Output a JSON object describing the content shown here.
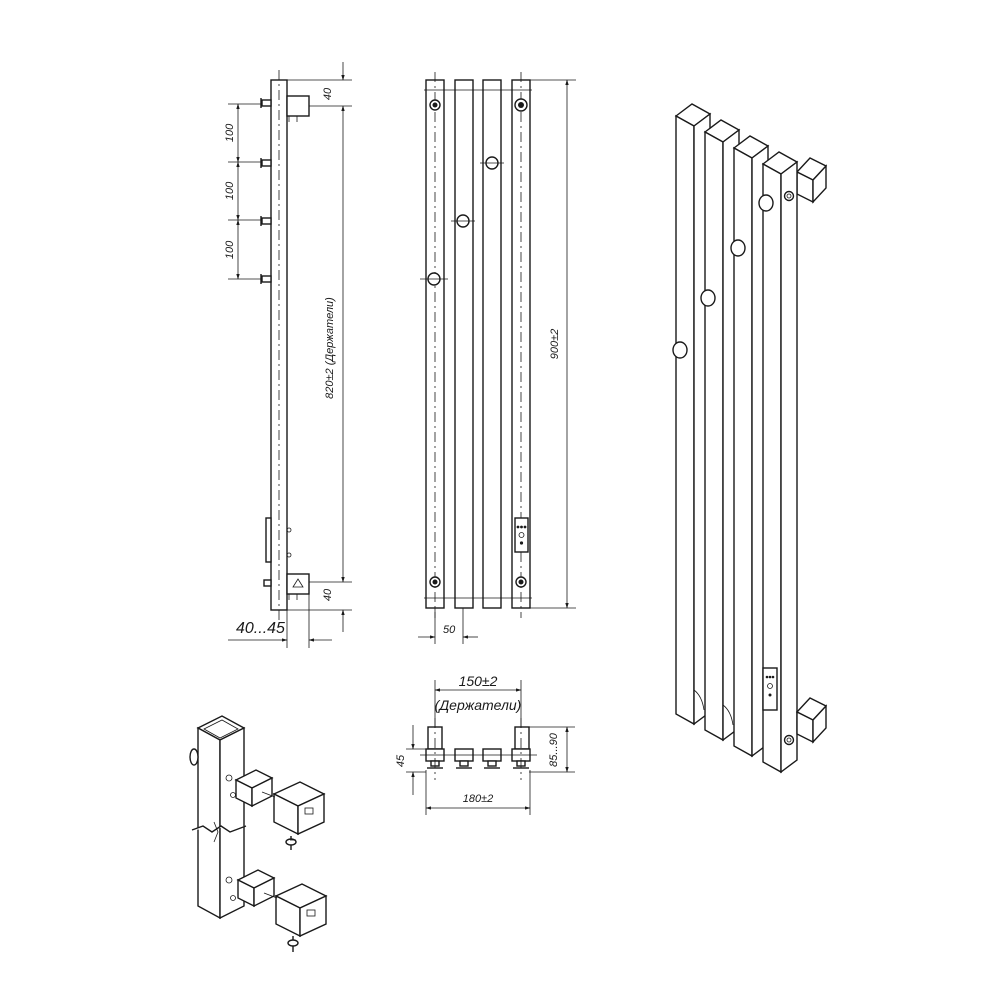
{
  "dimensions": {
    "side_top_gap": "40",
    "side_bottom_gap": "40",
    "hook_spacing_1": "100",
    "hook_spacing_2": "100",
    "hook_spacing_3": "100",
    "holder_span": "820±2 (Держатели)",
    "wall_offset": "40...45",
    "total_height": "900±2",
    "bar_pitch": "50",
    "top_holder_width": "150±2",
    "top_holder_note": "(Держатели)",
    "top_total_width": "180±2",
    "top_depth": "85...90",
    "top_bar_depth": "45"
  }
}
